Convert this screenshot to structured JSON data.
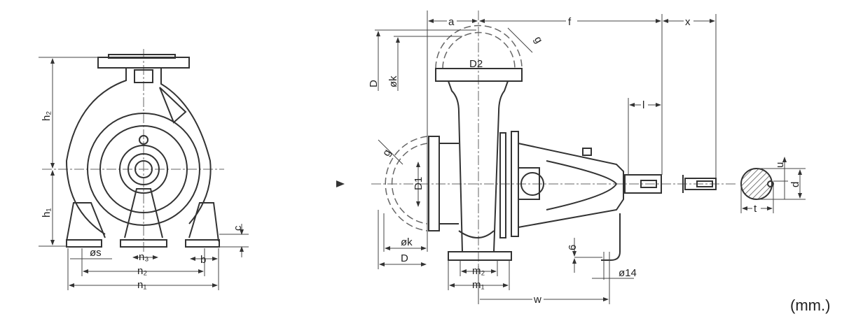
{
  "side_view": {
    "labels": {
      "h2": "h₂",
      "h1": "h₁",
      "c": "c",
      "s": "øs",
      "n3": "n₃",
      "n2": "n₂",
      "n1": "n₁",
      "b": "b"
    }
  },
  "front_view": {
    "labels": {
      "a": "a",
      "f": "f",
      "x": "x",
      "D_top": "D",
      "k_top": "øk",
      "D2": "D2",
      "g_top": "g",
      "g_left": "g",
      "l": "l",
      "D1": "D1",
      "k_left": "øk",
      "D_left": "D",
      "m2": "m₂",
      "m1": "m₁",
      "w": "w",
      "six": "6",
      "pipe": "ø14"
    }
  },
  "shaft_section": {
    "labels": {
      "u": "u",
      "d": "d",
      "t": "t"
    }
  },
  "unit": "(mm.)"
}
